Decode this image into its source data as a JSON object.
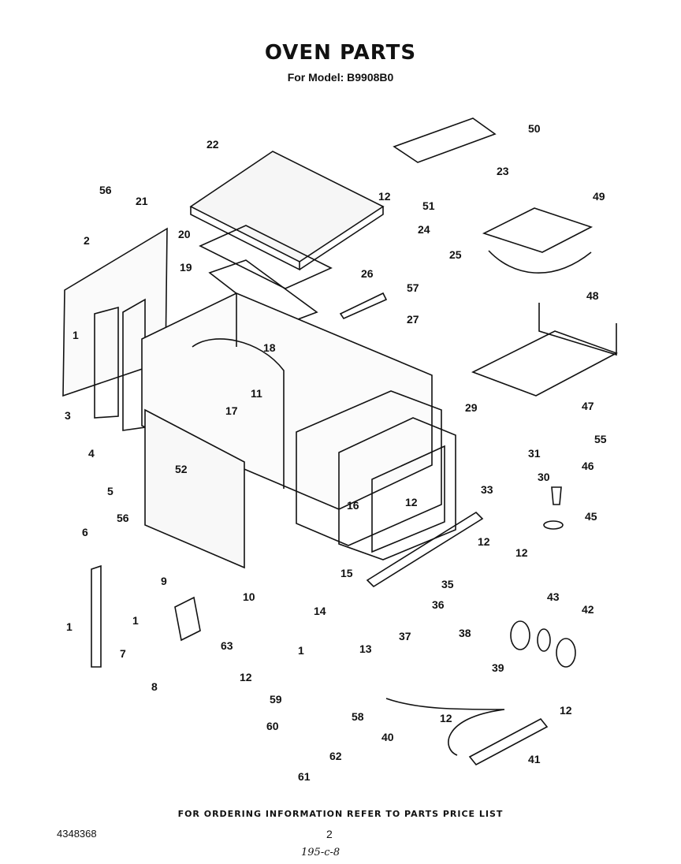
{
  "header": {
    "title": "OVEN PARTS",
    "subtitle": "For Model: B9908B0"
  },
  "callouts": [
    "1",
    "1",
    "1",
    "1",
    "2",
    "3",
    "4",
    "5",
    "6",
    "7",
    "8",
    "9",
    "10",
    "11",
    "12",
    "12",
    "12",
    "12",
    "12",
    "12",
    "12",
    "13",
    "14",
    "15",
    "16",
    "17",
    "18",
    "19",
    "20",
    "21",
    "22",
    "23",
    "24",
    "25",
    "26",
    "27",
    "29",
    "30",
    "31",
    "33",
    "35",
    "36",
    "37",
    "38",
    "39",
    "40",
    "41",
    "42",
    "43",
    "45",
    "46",
    "47",
    "48",
    "49",
    "50",
    "51",
    "52",
    "55",
    "56",
    "56",
    "57",
    "58",
    "59",
    "60",
    "61",
    "62",
    "63"
  ],
  "footer": {
    "ordering_note": "FOR ORDERING INFORMATION REFER TO PARTS PRICE LIST",
    "document_number": "4348368",
    "page_number": "2",
    "handwritten_note": "195-c-8"
  }
}
